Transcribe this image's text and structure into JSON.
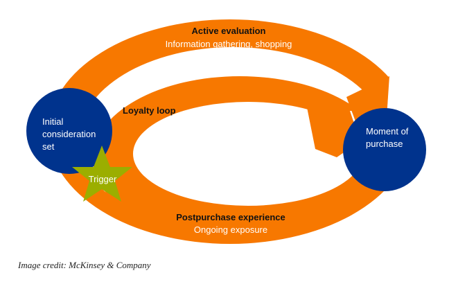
{
  "colors": {
    "band": "#F77800",
    "node": "#00338D",
    "trigger": "#9BAE00",
    "background": "#FFFFFF",
    "heading_text": "#111111",
    "sub_text": "#FFFFFF"
  },
  "stages": {
    "active_evaluation": {
      "title": "Active evaluation",
      "subtitle": "Information gathering, shopping"
    },
    "loyalty_loop": {
      "title": "Loyalty loop"
    },
    "postpurchase": {
      "title": "Postpurchase experience",
      "subtitle": "Ongoing exposure"
    }
  },
  "nodes": {
    "initial": {
      "lines": [
        "Initial",
        "consideration",
        "set"
      ]
    },
    "purchase": {
      "lines": [
        "Moment of",
        "purchase"
      ]
    },
    "trigger": {
      "label": "Trigger"
    }
  },
  "credit": "Image credit: McKinsey & Company"
}
